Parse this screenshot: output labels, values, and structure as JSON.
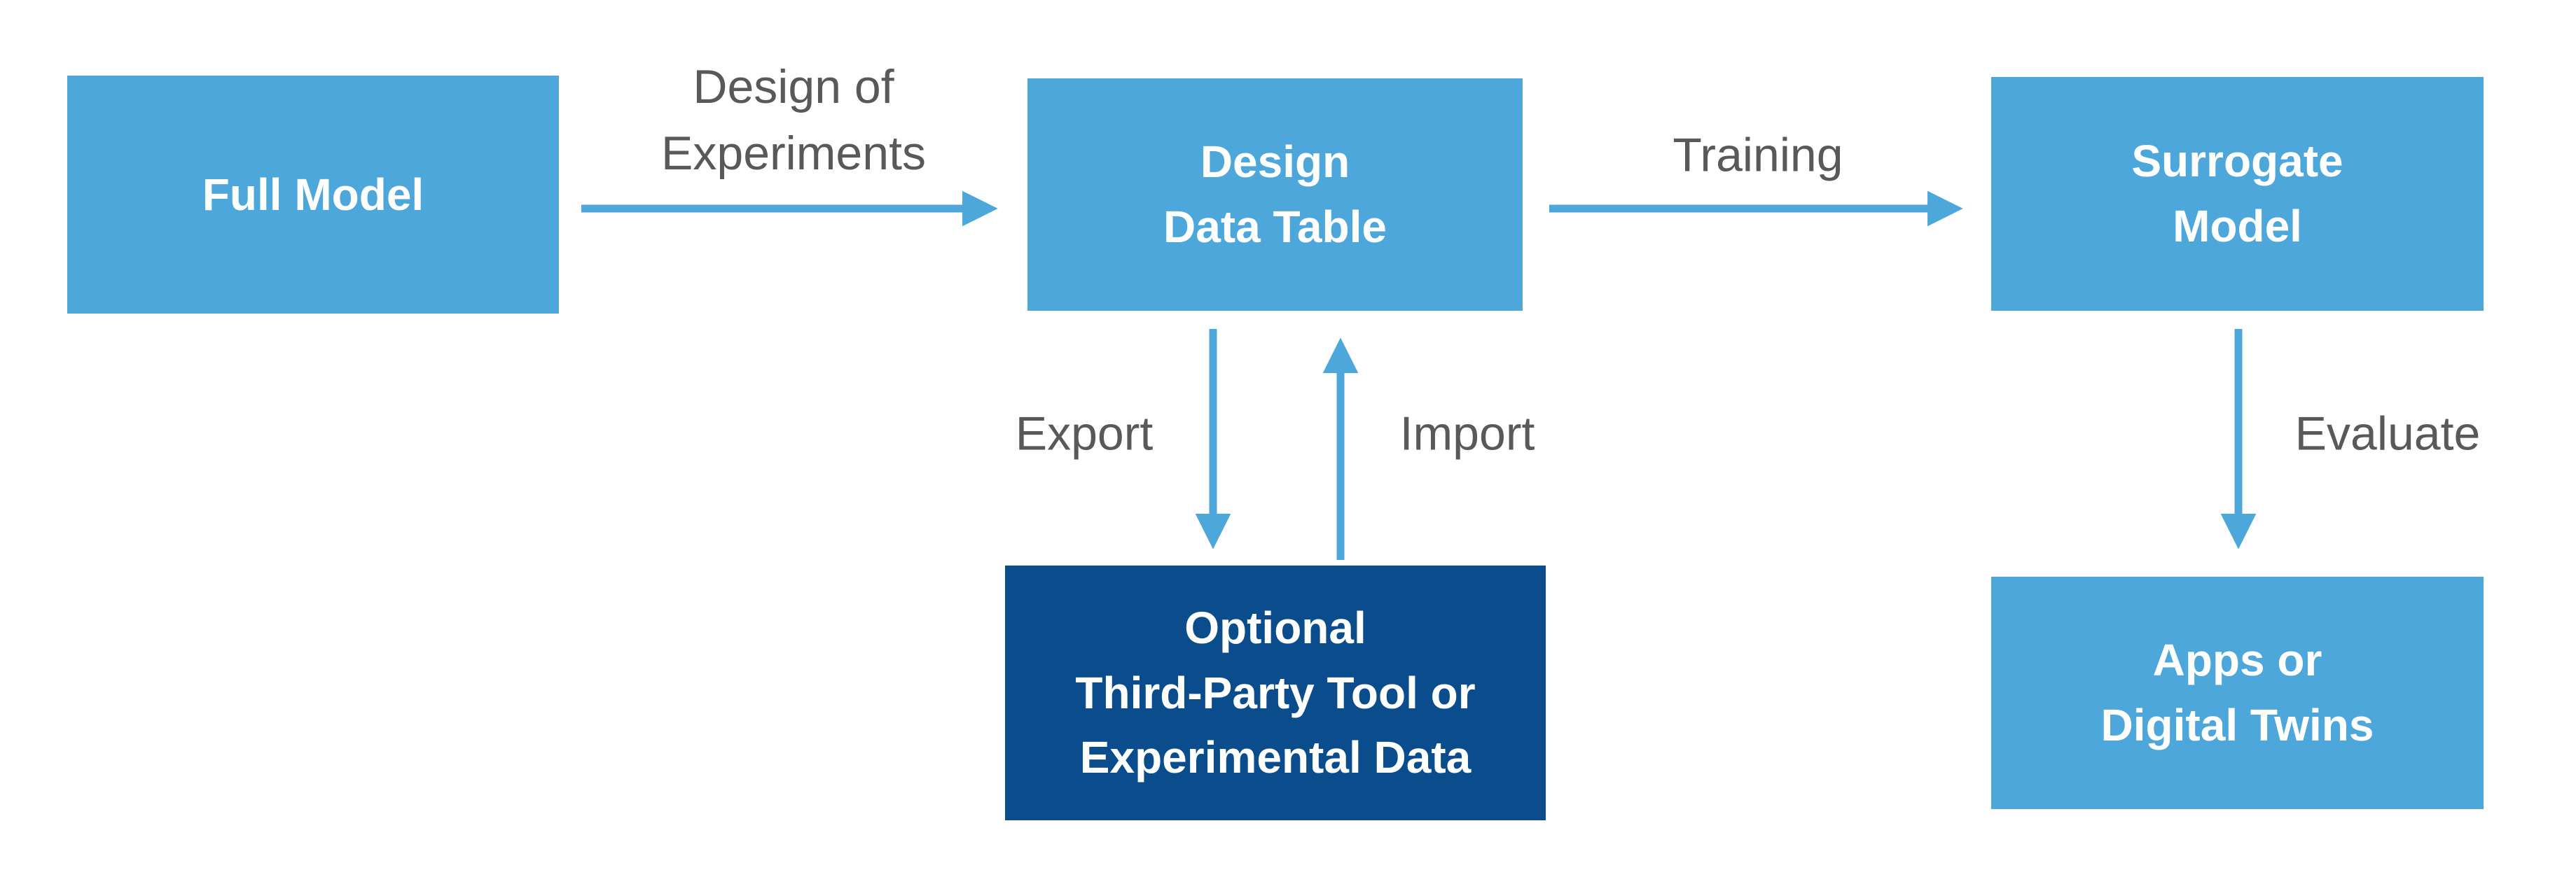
{
  "colors": {
    "light_blue": "#4DA7DA",
    "dark_blue": "#0B4D8C",
    "label_text": "#58595B",
    "box_text": "#FFFFFF",
    "background": "#FFFFFF"
  },
  "nodes": {
    "full_model": {
      "label": "Full Model"
    },
    "design_data_table": {
      "label": "Design\nData Table"
    },
    "surrogate_model": {
      "label": "Surrogate\nModel"
    },
    "third_party": {
      "label": "Optional\nThird-Party Tool or\nExperimental Data"
    },
    "apps": {
      "label": "Apps or\nDigital Twins"
    }
  },
  "edges": {
    "design_of_experiments": {
      "label": "Design of\nExperiments"
    },
    "training": {
      "label": "Training"
    },
    "export": {
      "label": "Export"
    },
    "import": {
      "label": "Import"
    },
    "evaluate": {
      "label": "Evaluate"
    }
  }
}
